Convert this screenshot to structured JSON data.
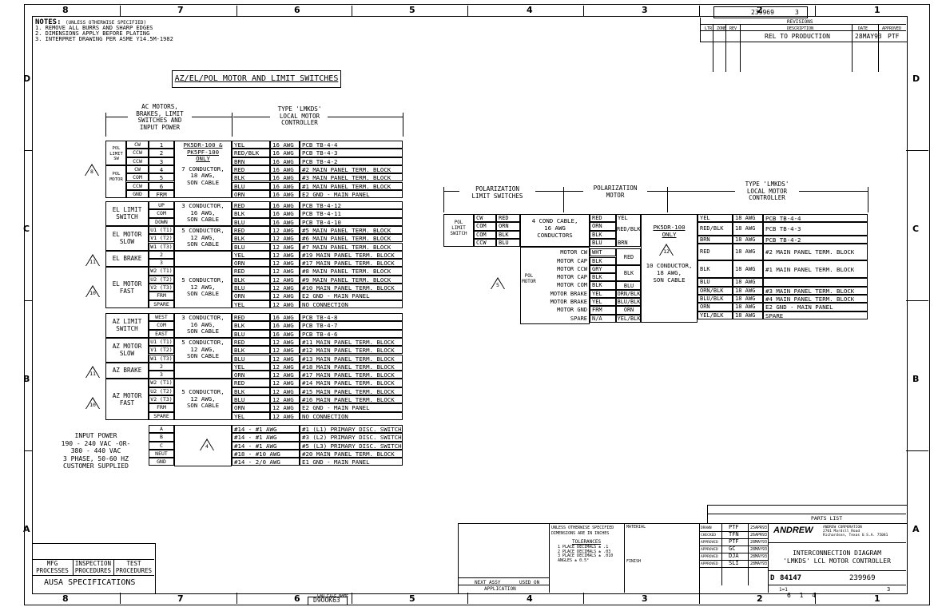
{
  "zones_top": [
    "8",
    "7",
    "6",
    "5",
    "4",
    "3",
    "2",
    "1"
  ],
  "zones_side": [
    "D",
    "C",
    "B",
    "A"
  ],
  "drawing_number": "239969",
  "sheet_no": "3",
  "revisions": {
    "title": "REVISIONS",
    "headers": [
      "LTR",
      "ZONE",
      "REV",
      "DESCRIPTION",
      "DATE",
      "APPROVED"
    ],
    "row": {
      "desc": "REL TO PRODUCTION",
      "date": "28MAY93",
      "appr": "PTF"
    }
  },
  "notes": {
    "title": "NOTES:",
    "lines": [
      "(UNLESS OTHERWISE SPECIFIED)",
      "1. REMOVE ALL BURRS AND SHARP EDGES",
      "2. DIMENSIONS APPLY BEFORE PLATING",
      "3. INTERPRET DRAWING PER ASME Y14.5M-1982"
    ]
  },
  "main_title": "AZ/EL/POL MOTOR AND LIMIT SWITCHES",
  "left": {
    "hdr_left": [
      "AC MOTORS,",
      "BRAKES, LIMIT",
      "SWITCHES AND",
      "INPUT POWER"
    ],
    "hdr_right": [
      "TYPE 'LMKDS'",
      "LOCAL MOTOR",
      "CONTROLLER"
    ],
    "pol_lim": "POL LIMIT SW",
    "pol_motor": "POL MOTOR",
    "rows1": [
      [
        "CW",
        "1",
        "YEL",
        "16 AWG",
        "PCB TB-4-4"
      ],
      [
        "CCW",
        "2",
        "RED/BLK",
        "16 AWG",
        "PCB TB-4-3"
      ],
      [
        "CCW",
        "3",
        "BRN",
        "16 AWG",
        "PCB TB-4-2"
      ],
      [
        "CW",
        "4",
        "RED",
        "16 AWG",
        "#2 MAIN PANEL TERM. BLOCK"
      ],
      [
        "COM",
        "5",
        "BLK",
        "16 AWG",
        "#3 MAIN PANEL TERM. BLOCK"
      ],
      [
        "CCW",
        "6",
        "BLU",
        "16 AWG",
        "#1 MAIN PANEL TERM. BLOCK"
      ],
      [
        "GND",
        "FRM",
        "ORN",
        "16 AWG",
        "E2 GND - MAIN PANEL"
      ]
    ],
    "cable1": [
      "PK5DR-100 &",
      "PK5PF-100",
      "ONLY",
      "7 CONDUCTOR,",
      "18 AWG,",
      "SON CABLE"
    ],
    "el_limit": [
      "EL LIMIT",
      "SWITCH"
    ],
    "el_slow": [
      "EL MOTOR",
      "SLOW"
    ],
    "el_brake": "EL BRAKE",
    "el_fast": [
      "EL MOTOR",
      "FAST"
    ],
    "rows_el": [
      [
        "UP",
        "RED",
        "16 AWG",
        "PCB TB-4-12"
      ],
      [
        "COM",
        "BLK",
        "16 AWG",
        "PCB TB-4-11"
      ],
      [
        "DOWN",
        "BLU",
        "16 AWG",
        "PCB TB-4-10"
      ],
      [
        "U1 (T1)",
        "RED",
        "12 AWG",
        "#5 MAIN PANEL TERM. BLOCK"
      ],
      [
        "V1 (T2)",
        "BLK",
        "12 AWG",
        "#6 MAIN PANEL TERM. BLOCK"
      ],
      [
        "W1 (T3)",
        "BLU",
        "12 AWG",
        "#7 MAIN PANEL TERM. BLOCK"
      ],
      [
        "2",
        "YEL",
        "12 AWG",
        "#19 MAIN PANEL TERM. BLOCK"
      ],
      [
        "3",
        "ORN",
        "12 AWG",
        "#17 MAIN PANEL TERM. BLOCK"
      ],
      [
        "W2 (T1)",
        "RED",
        "12 AWG",
        "#8 MAIN PANEL TERM. BLOCK"
      ],
      [
        "U2 (T2)",
        "BLK",
        "12 AWG",
        "#9 MAIN PANEL TERM. BLOCK"
      ],
      [
        "V2 (T3)",
        "BLU",
        "12 AWG",
        "#10 MAIN PANEL TERM. BLOCK"
      ],
      [
        "FRM",
        "ORN",
        "12 AWG",
        "E2 GND - MAIN PANEL"
      ],
      [
        "SPARE",
        "YEL",
        "12 AWG",
        "NO CONNECTION"
      ]
    ],
    "az_limit": [
      "AZ LIMIT",
      "SWITCH"
    ],
    "az_slow": [
      "AZ MOTOR",
      "SLOW"
    ],
    "az_brake": "AZ BRAKE",
    "az_fast": [
      "AZ MOTOR",
      "FAST"
    ],
    "rows_az": [
      [
        "WEST",
        "RED",
        "16 AWG",
        "PCB TB-4-8"
      ],
      [
        "COM",
        "BLK",
        "16 AWG",
        "PCB TB-4-7"
      ],
      [
        "EAST",
        "BLU",
        "16 AWG",
        "PCB TB-4-6"
      ],
      [
        "U1 (T1)",
        "RED",
        "12 AWG",
        "#11 MAIN PANEL TERM. BLOCK"
      ],
      [
        "V1 (T2)",
        "BLK",
        "12 AWG",
        "#12 MAIN PANEL TERM. BLOCK"
      ],
      [
        "W1 (T3)",
        "BLU",
        "12 AWG",
        "#13 MAIN PANEL TERM. BLOCK"
      ],
      [
        "2",
        "YEL",
        "12 AWG",
        "#18 MAIN PANEL TERM. BLOCK"
      ],
      [
        "3",
        "ORN",
        "12 AWG",
        "#17 MAIN PANEL TERM. BLOCK"
      ],
      [
        "W2 (T1)",
        "RED",
        "12 AWG",
        "#14 MAIN PANEL TERM. BLOCK"
      ],
      [
        "U2 (T2)",
        "BLK",
        "12 AWG",
        "#15 MAIN PANEL TERM. BLOCK"
      ],
      [
        "V2 (T3)",
        "BLU",
        "12 AWG",
        "#16 MAIN PANEL TERM. BLOCK"
      ],
      [
        "FRM",
        "ORN",
        "12 AWG",
        "E2 GND - MAIN PANEL"
      ],
      [
        "SPARE",
        "YEL",
        "12 AWG",
        "NO CONNECTION"
      ]
    ],
    "c3": [
      "3 CONDUCTOR,",
      "16 AWG,",
      "SON CABLE"
    ],
    "c5": [
      "5 CONDUCTOR,",
      "12 AWG,",
      "SON CABLE"
    ],
    "input_power": [
      "INPUT POWER",
      "190 - 240 VAC -OR-",
      "380 - 440 VAC",
      "3 PHASE, 50-60 HZ",
      "CUSTOMER SUPPLIED"
    ],
    "rows_in": [
      [
        "A",
        "#14 - #1 AWG",
        "#1 (L1) PRIMARY DISC. SWITCH"
      ],
      [
        "B",
        "#14 - #1 AWG",
        "#3 (L2) PRIMARY DISC. SWITCH"
      ],
      [
        "C",
        "#14 - #1 AWG",
        "#5 (L3) PRIMARY DISC. SWITCH"
      ],
      [
        "NEUT",
        "#18 - #10 AWG",
        "#20 MAIN PANEL TERM. BLOCK"
      ],
      [
        "GND",
        "#14 - 2/0 AWG",
        "E1 GND - MAIN PANEL"
      ]
    ]
  },
  "right": {
    "h1": [
      "POLARIZATION",
      "LIMIT SWITCHES"
    ],
    "h2": [
      "POLARIZATION",
      "MOTOR"
    ],
    "h3": [
      "TYPE 'LMKDS'",
      "LOCAL MOTOR",
      "CONTROLLER"
    ],
    "pol_sw": [
      "POL",
      "LIMIT",
      "SWITCH"
    ],
    "sw_rows": [
      [
        "CW",
        "RED",
        "RED",
        "YEL"
      ],
      [
        "COM",
        "ORN",
        "ORN",
        "RED/BLK"
      ],
      [
        "COM",
        "BLK",
        "BLK",
        ""
      ],
      [
        "CCW",
        "BLU",
        "BLU",
        "BRN"
      ]
    ],
    "cable_a": [
      "4 COND CABLE,",
      "16 AWG",
      "CONDUCTORS"
    ],
    "pol_motor": [
      "POL",
      "MOTOR"
    ],
    "m_rows": [
      [
        "MOTOR CW",
        "WHT",
        "RED"
      ],
      [
        "MOTOR CAP",
        "BLK",
        ""
      ],
      [
        "MOTOR CCW",
        "GRY",
        "BLK"
      ],
      [
        "MOTOR CAP",
        "BLK",
        ""
      ],
      [
        "MOTOR COM",
        "BLK",
        "BLU"
      ],
      [
        "MOTOR BRAKE",
        "YEL",
        "ORN/BLK"
      ],
      [
        "MOTOR BRAKE",
        "YEL",
        "BLU/BLK"
      ],
      [
        "MOTOR GND",
        "FRM",
        "ORN"
      ],
      [
        "SPARE",
        "N/A",
        "YEL/BLK"
      ]
    ],
    "cable_b": [
      "PK5DR-100",
      "ONLY",
      "10 CONDUCTOR,",
      "18 AWG,",
      "SON CABLE"
    ],
    "ctrl": [
      [
        "YEL",
        "18 AWG",
        "PCB TB-4-4"
      ],
      [
        "RED/BLK",
        "18 AWG",
        "PCB TB-4-3"
      ],
      [
        "BRN",
        "18 AWG",
        "PCB TB-4-2"
      ],
      [
        "RED",
        "18 AWG",
        "#2 MAIN PANEL TERM. BLOCK"
      ],
      [
        "BLK",
        "18 AWG",
        "#1 MAIN PANEL TERM. BLOCK"
      ],
      [
        "BLU",
        "18 AWG",
        ""
      ],
      [
        "ORN/BLK",
        "18 AWG",
        "#3 MAIN PANEL TERM. BLOCK"
      ],
      [
        "BLU/BLK",
        "18 AWG",
        "#4 MAIN PANEL TERM. BLOCK"
      ],
      [
        "ORN",
        "18 AWG",
        "E2 GND - MAIN PANEL"
      ],
      [
        "YEL/BLK",
        "18 AWG",
        "SPARE"
      ]
    ]
  },
  "flags": {
    "f8": "8",
    "f11": "11",
    "f10": "10",
    "f4": "4",
    "f12": "12",
    "f5": "5"
  },
  "title_block": {
    "parts_list": "PARTS LIST",
    "company": "ANDREW",
    "company_addr": [
      "ANDREW CORPORATION",
      "2701 Mardsll Road",
      "Richardson, Texas U.S.A. 75081"
    ],
    "title": [
      "INTERCONNECTION DIAGRAM",
      "'LMKDS' LCL MOTOR CONTROLLER"
    ],
    "size": "D",
    "cage": "84147",
    "dwg": "239969",
    "scale": "1=1",
    "sheet": "3",
    "sigs": [
      [
        "DRAWN",
        "PTF",
        "25APR93"
      ],
      [
        "CHECKED",
        "TFN",
        "26APR93"
      ],
      [
        "APPROVED",
        "PTF",
        "28MAY93"
      ],
      [
        "APPROVED",
        "GC",
        "28MAY93"
      ],
      [
        "APPROVED",
        "DJA",
        "28MAY93"
      ],
      [
        "APPROVED",
        "SLI",
        "28MAY93"
      ]
    ],
    "tol_title": "TOLERANCES",
    "tol": [
      "1 PLACE DECIMALS ± .1",
      "2 PLACE DECIMALS ± .03",
      "3 PLACE DECIMALS ± .010",
      "ANGLES ± 0.5°"
    ],
    "unless": [
      "UNLESS OTHERWISE SPECIFIED",
      "DIMENSIONS ARE IN INCHES"
    ],
    "material": "MATERIAL",
    "finish": "FINISH",
    "next_assy": "NEXT ASSY",
    "used_on": "USED ON",
    "application": "APPLICATION",
    "specs": "AUSA SPECIFICATIONS",
    "proc": [
      "MFG PROCESSES",
      "INSPECTION PROCEDURES",
      "TEST PROCEDURES"
    ],
    "cad": "CAD FILE NAME",
    "cad_file": "D9OOK63",
    "sheet_code": "6 1 4"
  }
}
